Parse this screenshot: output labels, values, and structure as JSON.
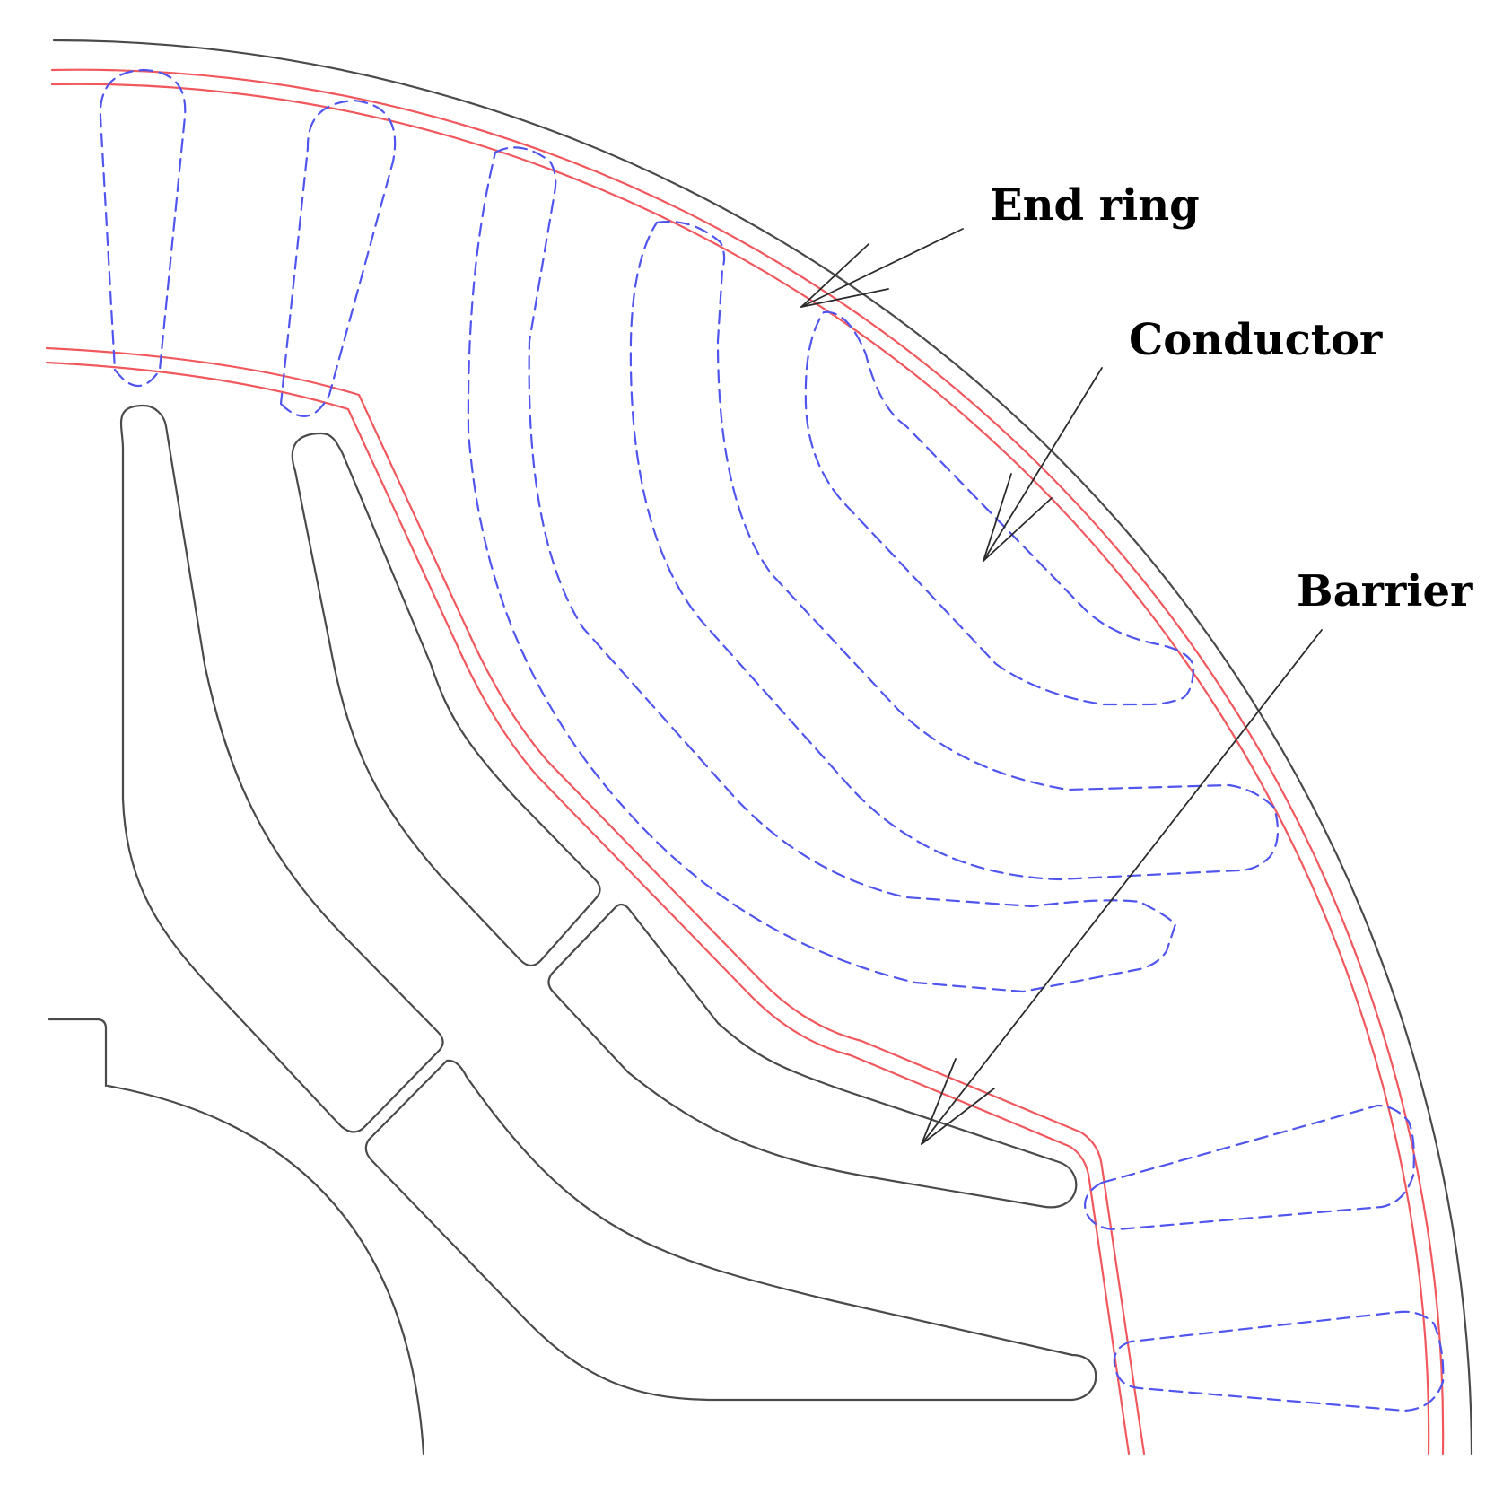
{
  "labels": {
    "end_ring": "End ring",
    "conductor": "Conductor",
    "barrier": "Barrier"
  },
  "colors": {
    "outline": "#4a4a4a",
    "end_ring": "#f0585e",
    "conductor": "#5055ee",
    "leader": "#2b2b2b",
    "text": "#000000",
    "background": "#ffffff"
  }
}
